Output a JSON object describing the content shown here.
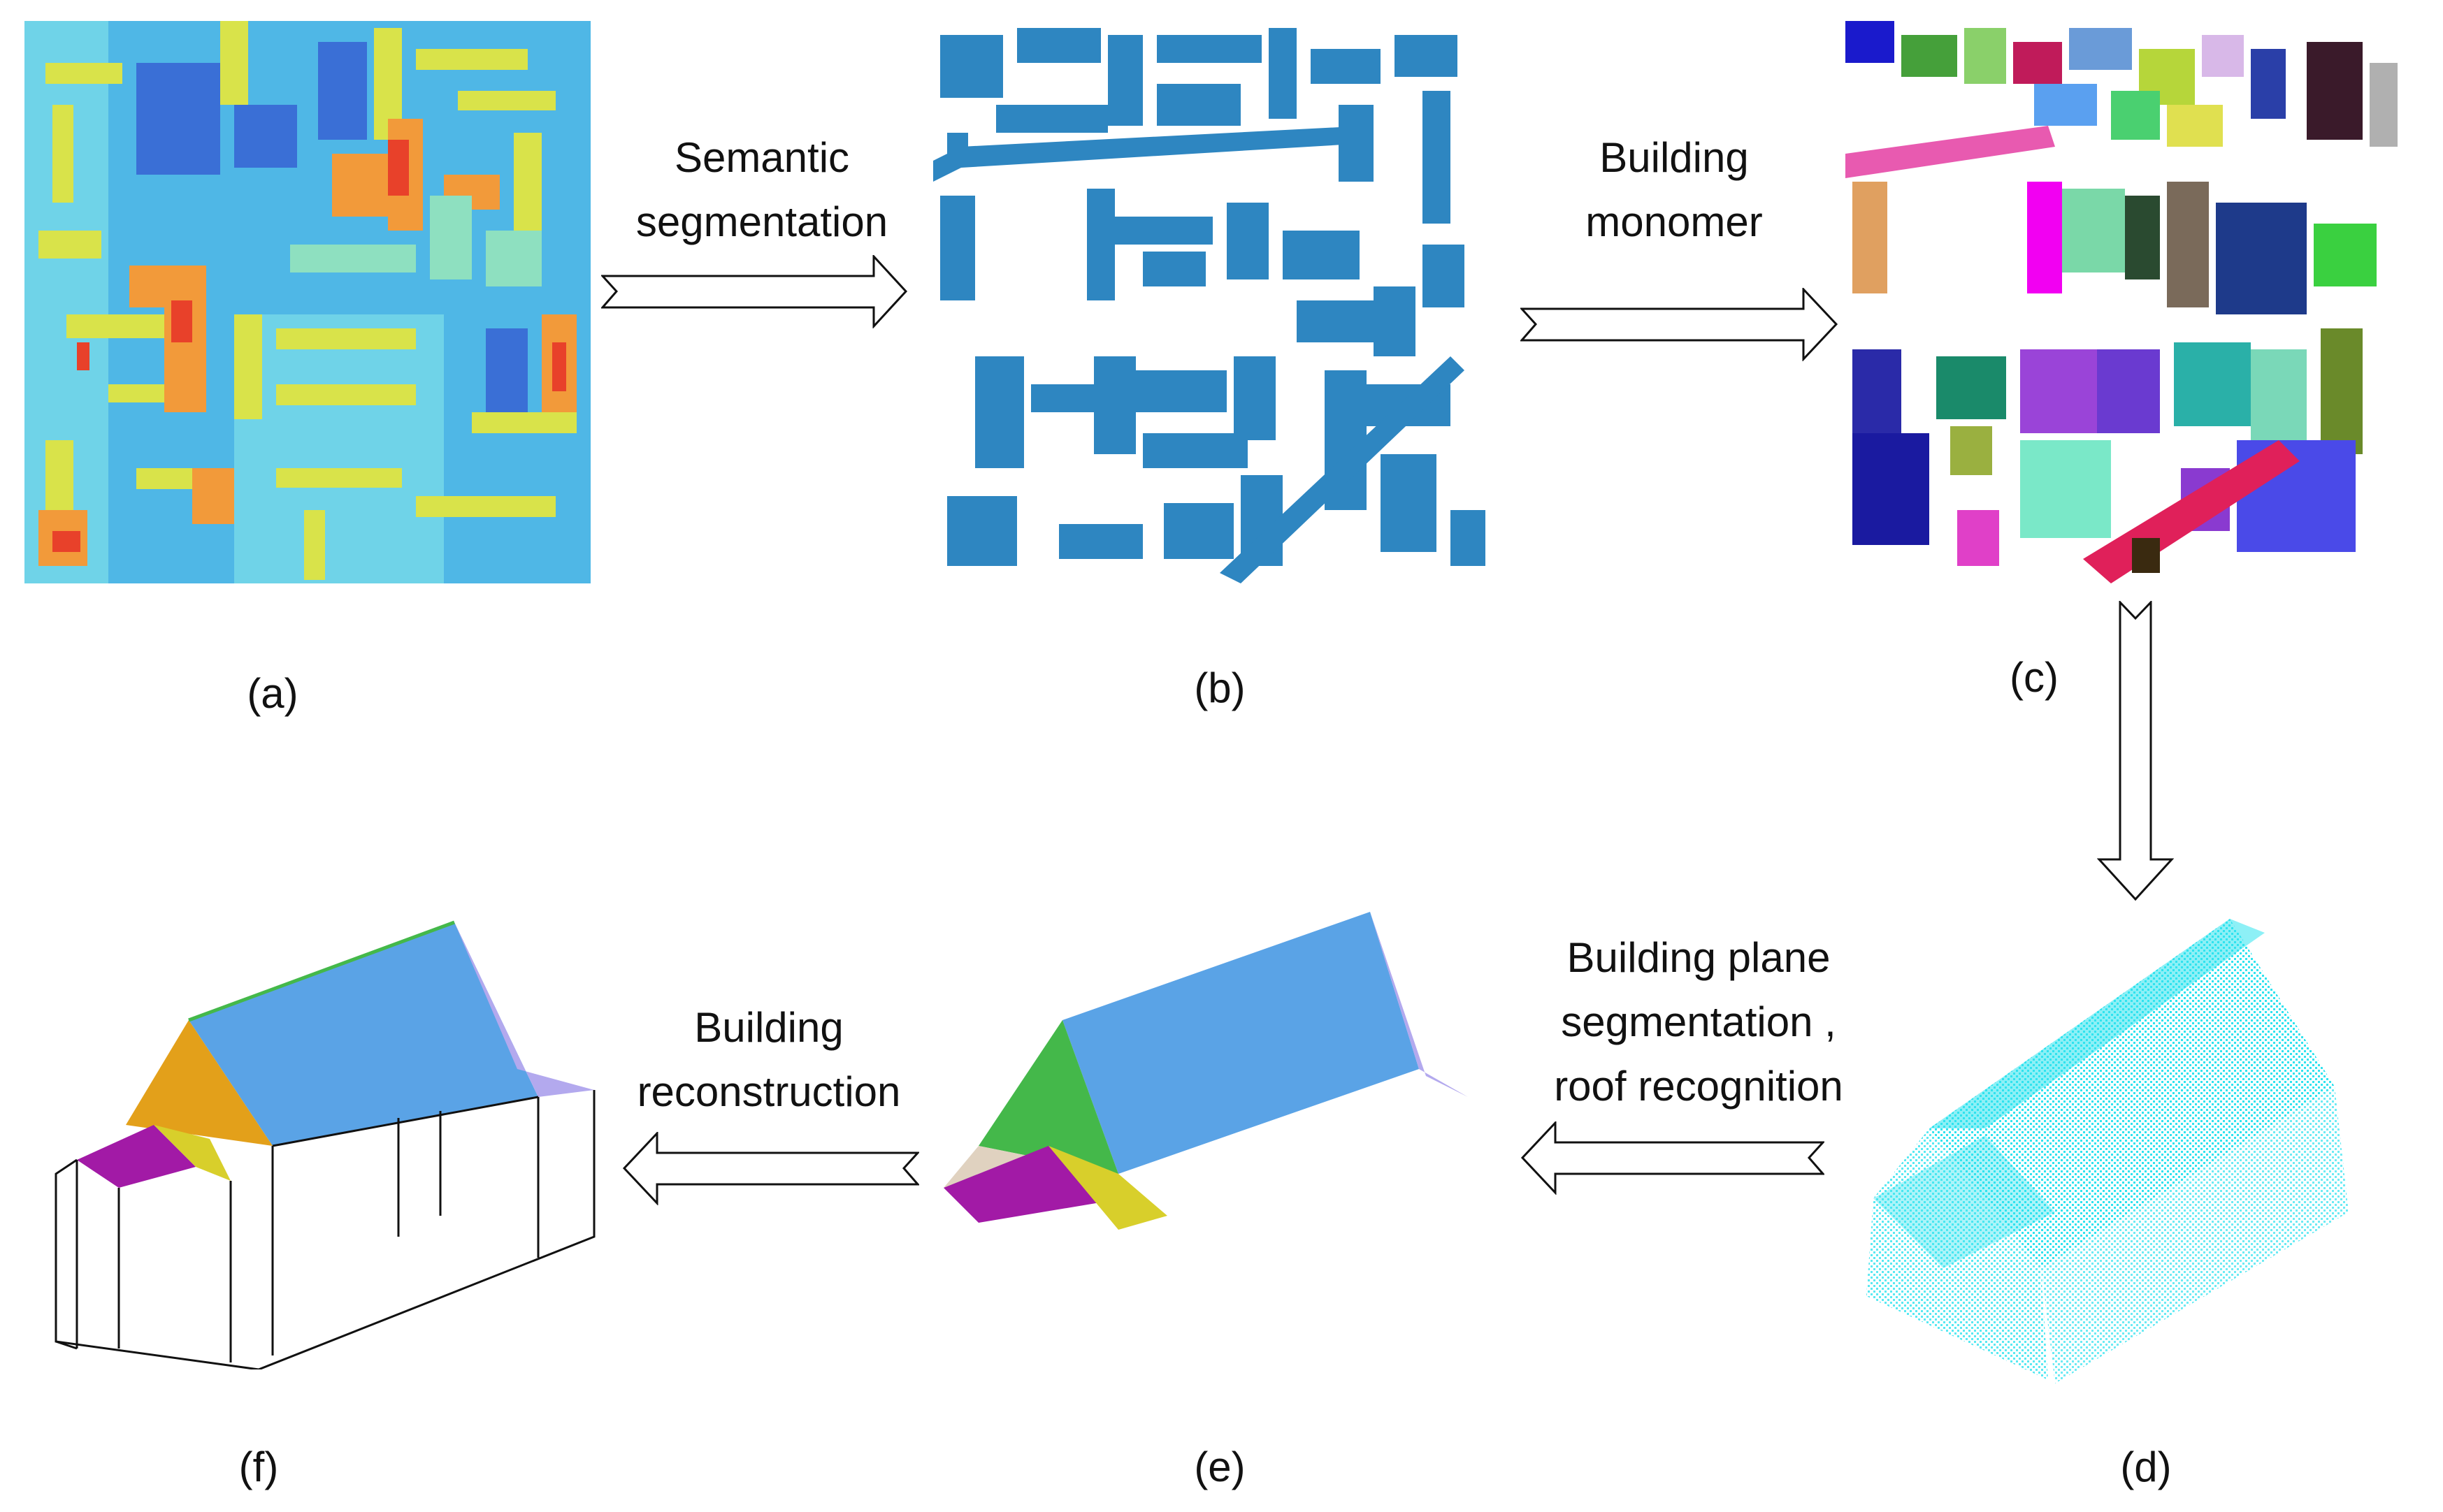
{
  "panels": [
    {
      "id": "a",
      "label": "(a)"
    },
    {
      "id": "b",
      "label": "(b)"
    },
    {
      "id": "c",
      "label": "(c)"
    },
    {
      "id": "d",
      "label": "(d)"
    },
    {
      "id": "e",
      "label": "(e)"
    },
    {
      "id": "f",
      "label": "(f)"
    }
  ],
  "steps": {
    "semantic_segmentation": [
      "Semantic",
      "segmentation"
    ],
    "building_monomer": [
      "Building",
      "monomer"
    ],
    "plane_segmentation": [
      "Building plane",
      "segmentation ,",
      "roof recognition"
    ],
    "reconstruction": [
      "Building",
      "reconstruction"
    ]
  },
  "colors": {
    "building_blue": "#2e86c1",
    "point_cyan": "#2fe3ef",
    "roof_blue": "#5aa3e6",
    "roof_green": "#44b84a",
    "roof_orange": "#e3a01a",
    "roof_magenta": "#a21aa6",
    "roof_yellow": "#d8cf2b",
    "roof_lavender": "#b3a9ee"
  }
}
